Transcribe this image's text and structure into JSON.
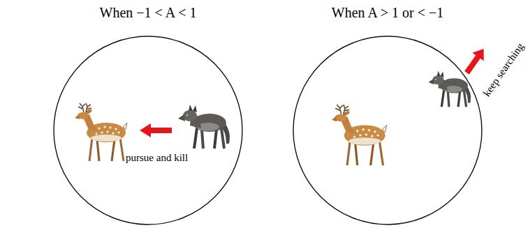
{
  "diagram": {
    "nodes": [
      {
        "text": [
          "When −1 < A < 1"
        ]
      },
      {
        "text": [
          "When A > 1 or < −1"
        ]
      }
    ],
    "labels": [
      "pursue and kill",
      "keep searching"
    ]
  }
}
